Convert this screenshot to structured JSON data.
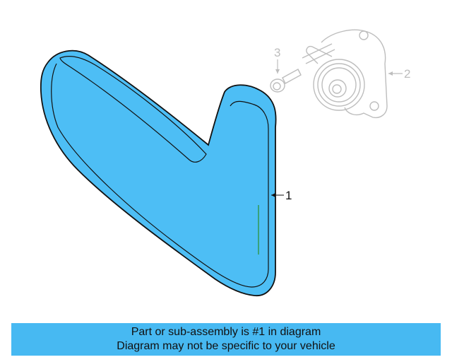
{
  "diagram": {
    "callouts": [
      {
        "number": "1",
        "part": "serpentine belt"
      },
      {
        "number": "2",
        "part": "belt tensioner"
      },
      {
        "number": "3",
        "part": "bolt"
      }
    ]
  },
  "caption": {
    "line1": "Part or sub-assembly is #1 in diagram",
    "line2": "Diagram may not be specific to your vehicle"
  },
  "colors": {
    "belt_fill": "#4dbef5",
    "caption_bg": "#47b9f2",
    "ghost_parts": "#bdbdbd"
  }
}
